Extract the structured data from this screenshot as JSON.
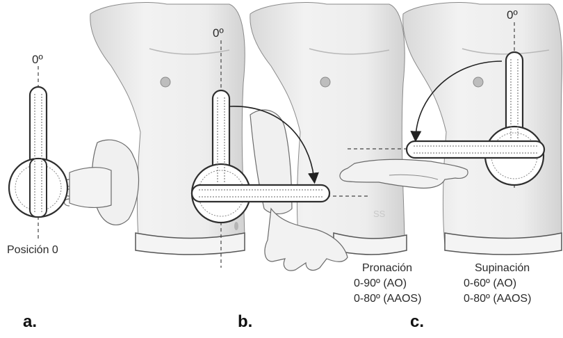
{
  "panels": [
    {
      "letter": "a.",
      "top_label": "0º",
      "caption": "Posición 0"
    },
    {
      "letter": "b.",
      "top_label": "0º",
      "caption_title": "Pronación",
      "range_ao": "0-90º (AO)",
      "range_aaos": "0-80º (AAOS)"
    },
    {
      "letter": "c.",
      "top_label": "0º",
      "caption_title": "Supinación",
      "range_ao": "0-60º (AO)",
      "range_aaos": "0-80º (AAOS)"
    }
  ],
  "watermark": "SS",
  "colors": {
    "skin": "#efefef",
    "skin_shadow": "#c9c9c9",
    "outline": "#5a5a5a",
    "goniometer_fill": "#ffffff",
    "goniometer_line": "#333333",
    "text": "#2a2a2a"
  }
}
